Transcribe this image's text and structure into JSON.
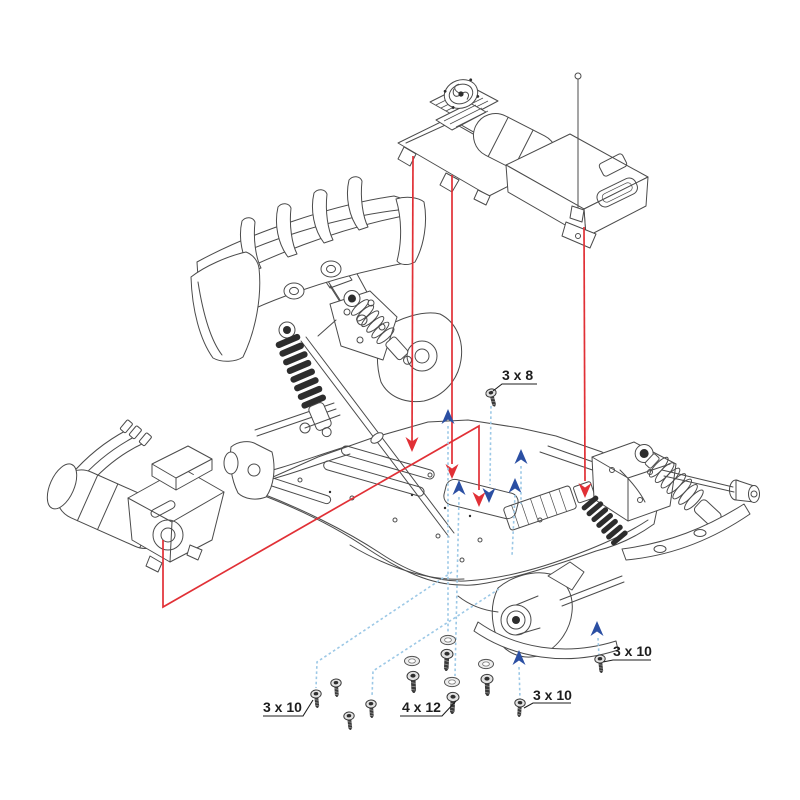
{
  "diagram": {
    "type": "exploded-assembly-instruction",
    "subject": "rc-buggy-chassis-electronics-mounting-step",
    "callouts": [
      {
        "id": "callout-3x8",
        "label": "3 x 8",
        "screw_count": 1
      },
      {
        "id": "callout-3x10-rear-left",
        "label": "3 x 10",
        "screw_count": 4
      },
      {
        "id": "callout-4x12-center",
        "label": "4 x 12",
        "screw_count": 4,
        "washer_count": 4
      },
      {
        "id": "callout-3x10-front",
        "label": "3 x 10",
        "screw_count": 1
      },
      {
        "id": "callout-3x10-right",
        "label": "3 x 10",
        "screw_count": 1
      }
    ],
    "colors": {
      "leader_red": "#e13036",
      "arrow_blue": "#2b4fa3",
      "dotted_blue": "#9cc8e6",
      "linework": "#4b4b4b",
      "label": "#1d1d1d",
      "background": "#ffffff"
    }
  }
}
